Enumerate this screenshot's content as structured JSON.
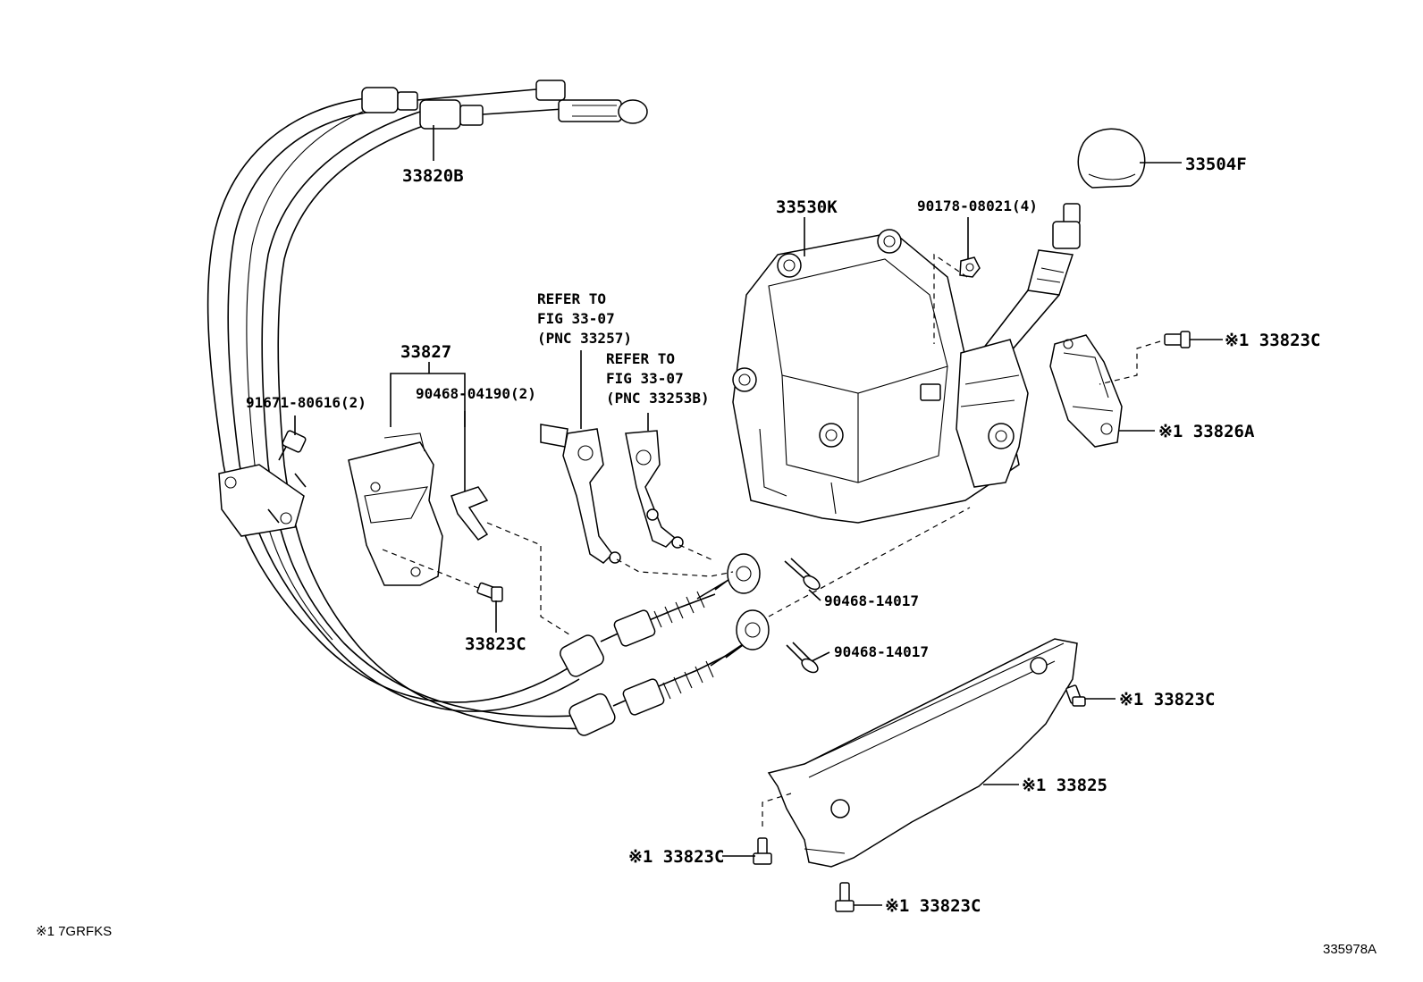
{
  "labels": {
    "p33820B": "33820B",
    "p33504F": "33504F",
    "p33530K": "33530K",
    "p90178": "90178-08021(4)",
    "p33827": "33827",
    "p90468_04190": "90468-04190(2)",
    "p91671": "91671-80616(2)",
    "ref1_line1": "REFER TO",
    "ref1_line2": "FIG 33-07",
    "ref1_line3": "(PNC 33257)",
    "ref2_line1": "REFER TO",
    "ref2_line2": "FIG 33-07",
    "ref2_line3": "(PNC 33253B)",
    "p33823C_top": "※1 33823C",
    "p33826A": "※1 33826A",
    "p90468_14017_a": "90468-14017",
    "p90468_14017_b": "90468-14017",
    "p33823C_left": "33823C",
    "p33823C_right": "※1 33823C",
    "p33825": "※1 33825",
    "p33823C_bl": "※1 33823C",
    "p33823C_bottom": "※1 33823C"
  },
  "footer": {
    "note": "※1  7GRFKS",
    "figure_id": "335978A"
  }
}
